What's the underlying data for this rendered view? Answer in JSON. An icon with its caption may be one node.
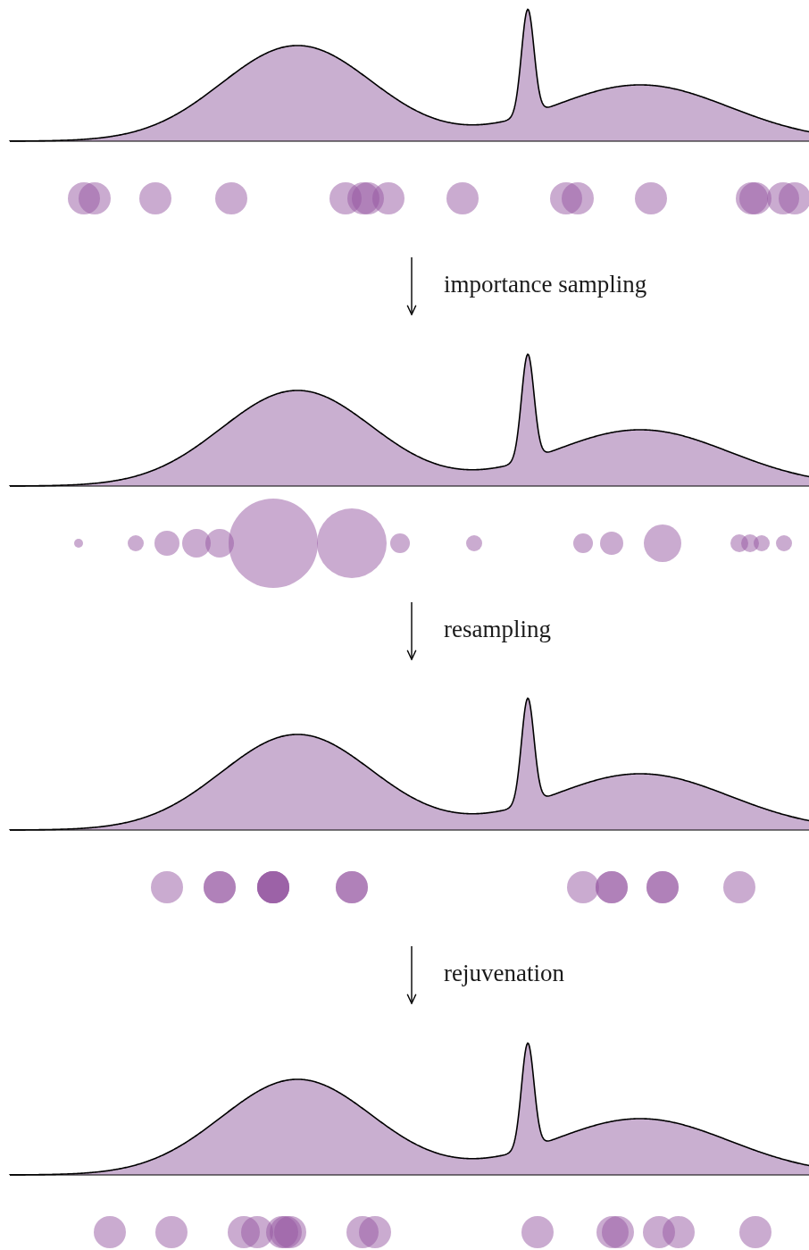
{
  "diagram": {
    "labels": [
      "importance sampling",
      "resampling",
      "rejuvenation"
    ]
  }
}
